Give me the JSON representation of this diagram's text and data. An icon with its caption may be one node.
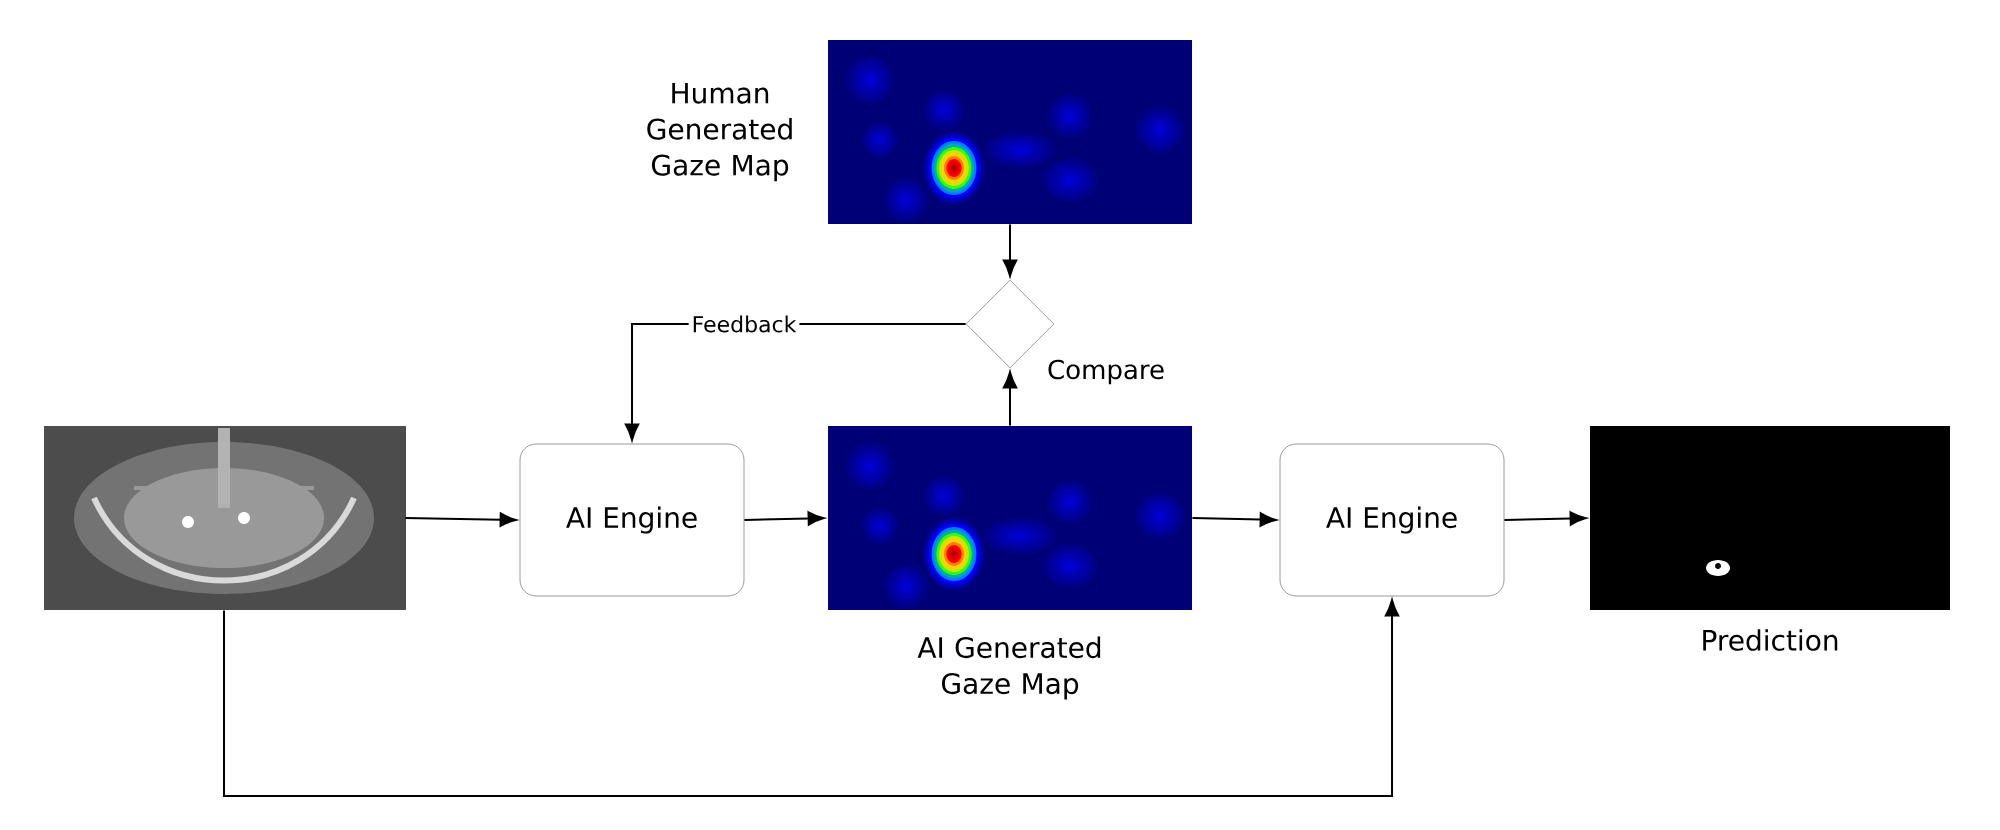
{
  "diagram": {
    "nodes": [
      {
        "text": [],
        "shape": "picture"
      },
      {
        "text": [
          "AI Engine"
        ]
      },
      {
        "text": [
          "Human Generated Gaze Map"
        ]
      },
      {
        "text": [],
        "shape": "diamond",
        "beside": [
          "Compare"
        ]
      },
      {
        "text": [
          "AI Generated Gaze Map"
        ]
      },
      {
        "text": [
          "AI Engine"
        ]
      },
      {
        "text": [
          "Prediction"
        ]
      }
    ],
    "edges": [
      {
        "from": 0,
        "to": 1,
        "arrow": "to"
      },
      {
        "from": 1,
        "to": 4,
        "arrow": "to"
      },
      {
        "from": 2,
        "to": 3,
        "arrow": "to"
      },
      {
        "from": 4,
        "to": 3,
        "arrow": "to"
      },
      {
        "from": 3,
        "to": 1,
        "arrow": "to",
        "label": "Feedback"
      },
      {
        "from": 4,
        "to": 5,
        "arrow": "to"
      },
      {
        "from": 5,
        "to": 6,
        "arrow": "to"
      },
      {
        "from": 0,
        "to": 5,
        "arrow": "to"
      }
    ]
  }
}
